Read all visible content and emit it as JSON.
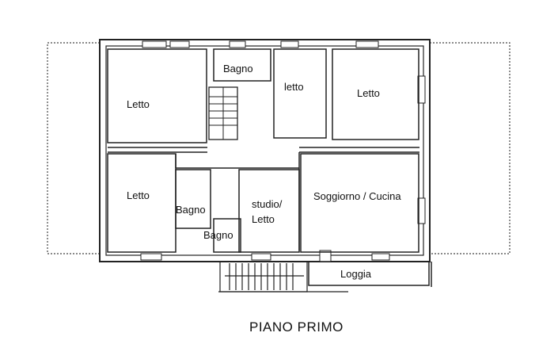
{
  "plan": {
    "title": "PIANO PRIMO",
    "rooms": {
      "letto_nw": "Letto",
      "bagno_top": "Bagno",
      "letto_small": "letto",
      "letto_ne": "Letto",
      "letto_sw": "Letto",
      "bagno_left": "Bagno",
      "bagno_mid": "Bagno",
      "studio_line1": "studio/",
      "studio_line2": "Letto",
      "soggiorno": "Soggiorno / Cucina",
      "loggia": "Loggia"
    }
  }
}
